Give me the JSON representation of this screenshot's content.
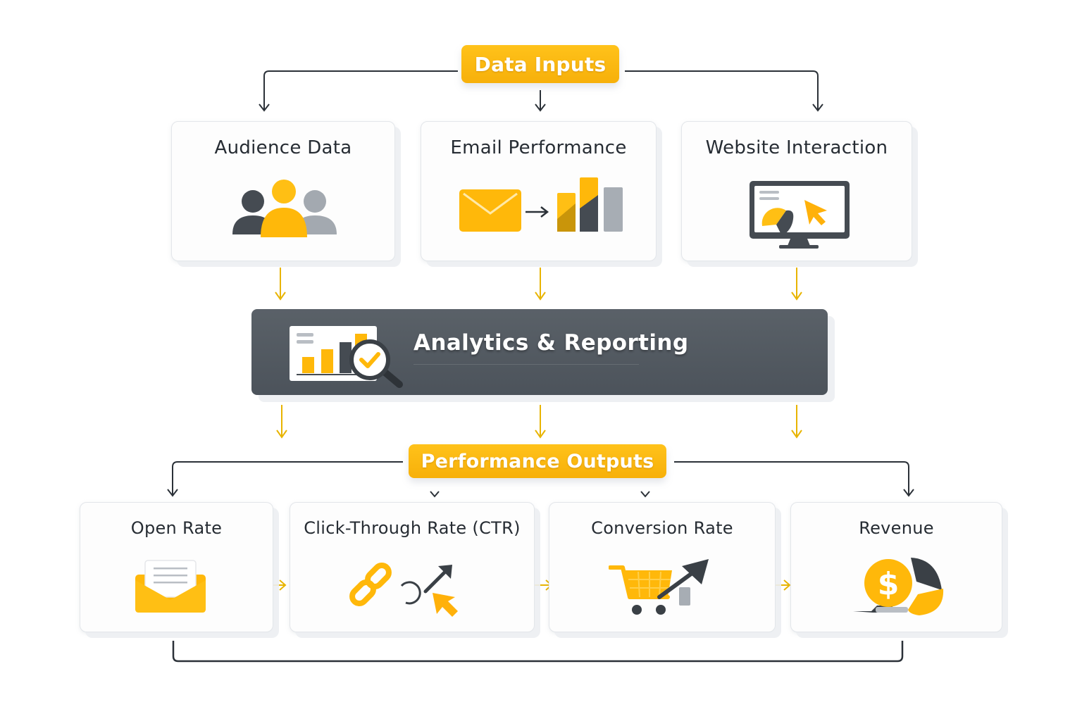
{
  "diagram": {
    "inputs_header": "Data Inputs",
    "inputs": [
      {
        "title": "Audience Data",
        "icon": "users-group-icon"
      },
      {
        "title": "Email Performance",
        "icon": "email-to-chart-icon"
      },
      {
        "title": "Website Interaction",
        "icon": "monitor-click-icon"
      }
    ],
    "processing": {
      "title": "Analytics & Reporting",
      "icon": "report-magnifier-check-icon"
    },
    "outputs_header": "Performance Outputs",
    "outputs": [
      {
        "title": "Open Rate",
        "icon": "open-envelope-icon"
      },
      {
        "title": "Click-Through Rate (CTR)",
        "icon": "link-click-icon"
      },
      {
        "title": "Conversion Rate",
        "icon": "cart-growth-icon"
      },
      {
        "title": "Revenue",
        "icon": "dollar-pie-icon"
      }
    ],
    "colors": {
      "accent": "#f7b00a",
      "dark": "#4c535b",
      "gray": "#a7adb4",
      "line": "#2b3138"
    }
  }
}
